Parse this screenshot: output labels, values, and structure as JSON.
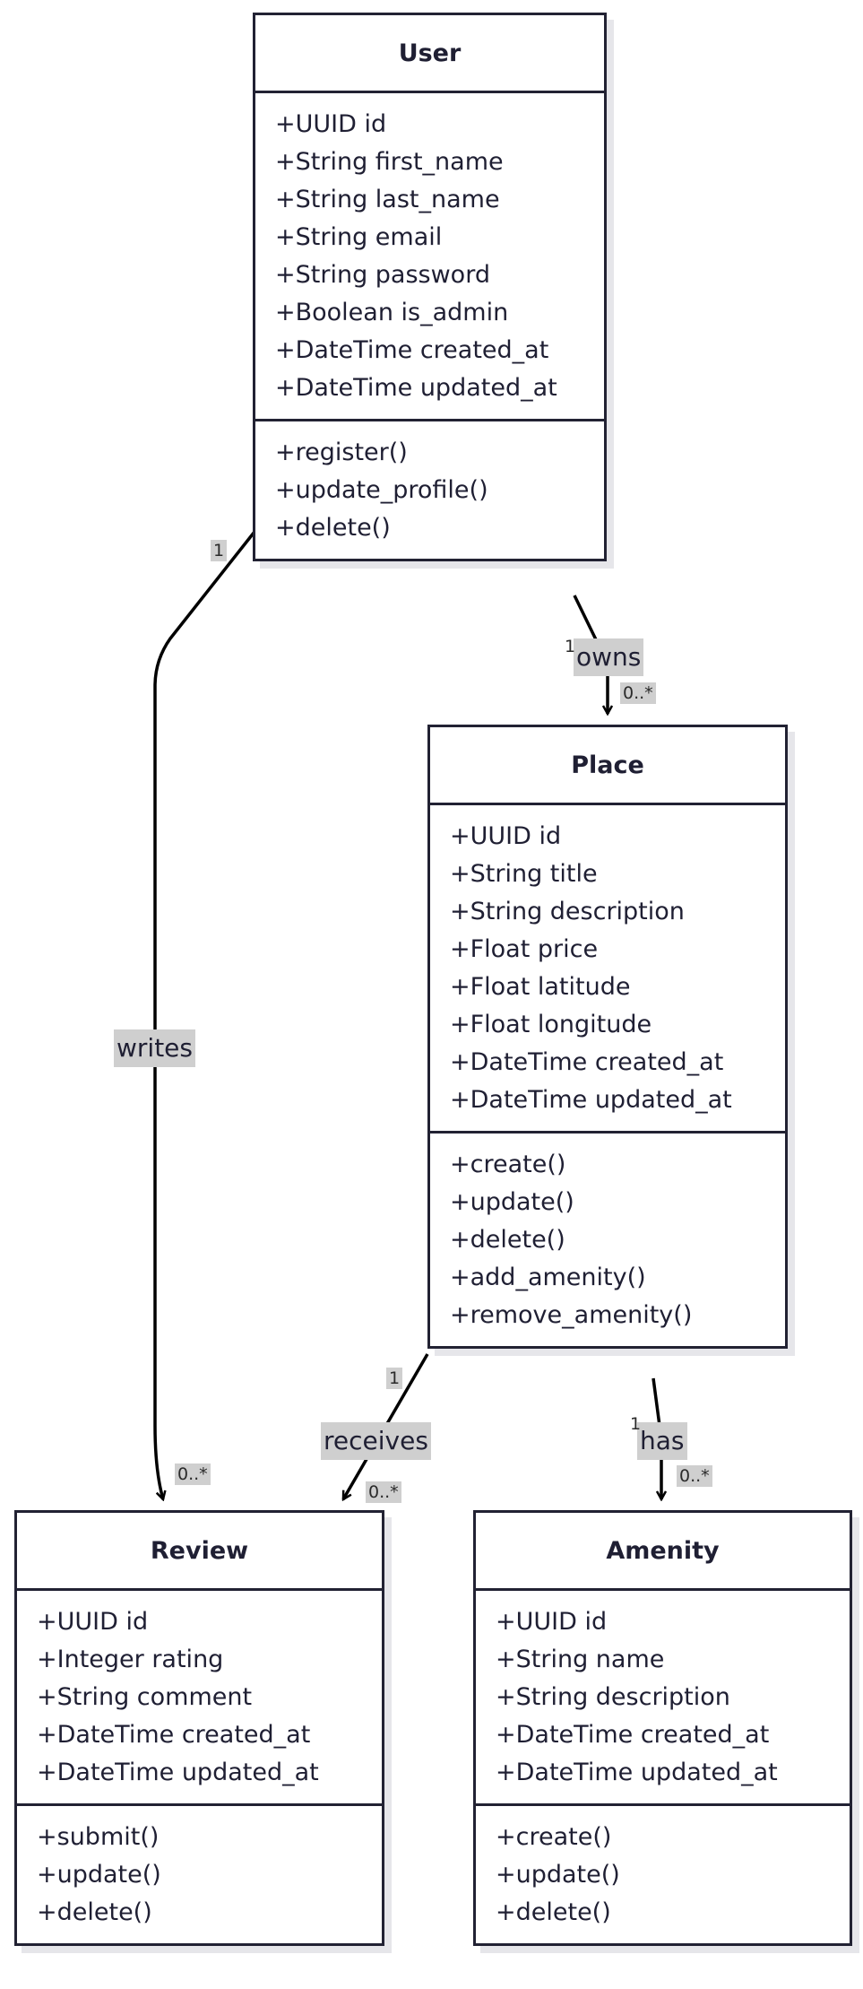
{
  "classes": {
    "user": {
      "name": "User",
      "attributes": [
        "+UUID id",
        "+String first_name",
        "+String last_name",
        "+String email",
        "+String password",
        "+Boolean is_admin",
        "+DateTime created_at",
        "+DateTime updated_at"
      ],
      "methods": [
        "+register()",
        "+update_profile()",
        "+delete()"
      ]
    },
    "place": {
      "name": "Place",
      "attributes": [
        "+UUID id",
        "+String title",
        "+String description",
        "+Float price",
        "+Float latitude",
        "+Float longitude",
        "+DateTime created_at",
        "+DateTime updated_at"
      ],
      "methods": [
        "+create()",
        "+update()",
        "+delete()",
        "+add_amenity()",
        "+remove_amenity()"
      ]
    },
    "review": {
      "name": "Review",
      "attributes": [
        "+UUID id",
        "+Integer rating",
        "+String comment",
        "+DateTime created_at",
        "+DateTime updated_at"
      ],
      "methods": [
        "+submit()",
        "+update()",
        "+delete()"
      ]
    },
    "amenity": {
      "name": "Amenity",
      "attributes": [
        "+UUID id",
        "+String name",
        "+String description",
        "+DateTime created_at",
        "+DateTime updated_at"
      ],
      "methods": [
        "+create()",
        "+update()",
        "+delete()"
      ]
    }
  },
  "relations": {
    "owns": {
      "label": "owns",
      "from": "User",
      "to": "Place",
      "from_mult": "1",
      "to_mult": "0..*"
    },
    "writes": {
      "label": "writes",
      "from": "User",
      "to": "Review",
      "from_mult": "1",
      "to_mult": "0..*"
    },
    "receives": {
      "label": "receives",
      "from": "Place",
      "to": "Review",
      "from_mult": "1",
      "to_mult": "0..*"
    },
    "has": {
      "label": "has",
      "from": "Place",
      "to": "Amenity",
      "from_mult": "1",
      "to_mult": "0..*"
    }
  },
  "colors": {
    "border": "#222233",
    "label_bg": "#cfcfcf",
    "line": "#000000"
  }
}
